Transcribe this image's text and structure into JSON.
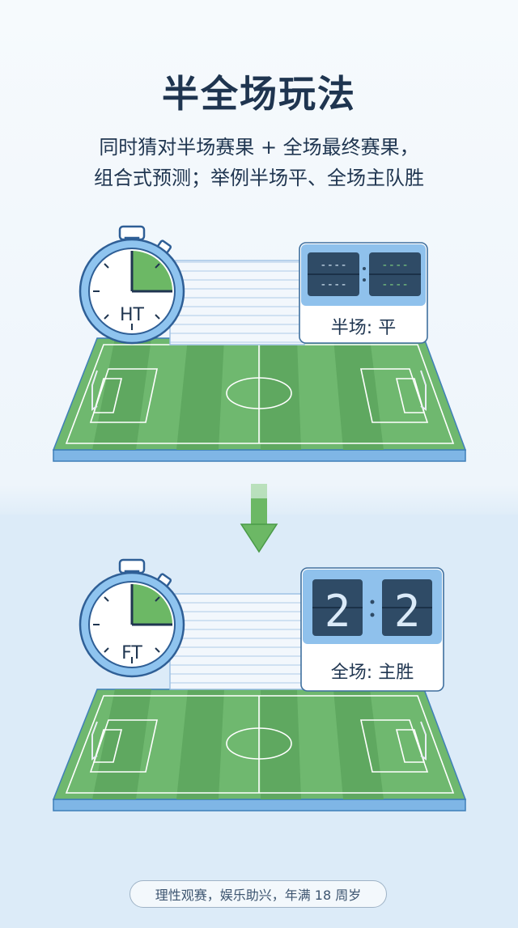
{
  "title": "半全场玩法",
  "subtitle_line1": "同时猜对半场赛果 + 全场最终赛果，",
  "subtitle_line2": "组合式预测；举例半场平、全场主队胜",
  "halftime": {
    "clock_label": "HT",
    "score_home": "----",
    "score_away": "----",
    "result_label": "半场: 平"
  },
  "fulltime": {
    "clock_label": "FT",
    "score_home": "2",
    "score_away": "2",
    "result_label": "全场: 主胜"
  },
  "footer": "理性观赛，娱乐助兴，年满 18 周岁",
  "colors": {
    "pitch_green": "#6fb86f",
    "pitch_stripe": "#5aa85c",
    "frame_blue": "#5fa4de",
    "title_navy": "#1f3550",
    "arrow_green": "#6cb865",
    "board_dark": "#2f4b66"
  }
}
